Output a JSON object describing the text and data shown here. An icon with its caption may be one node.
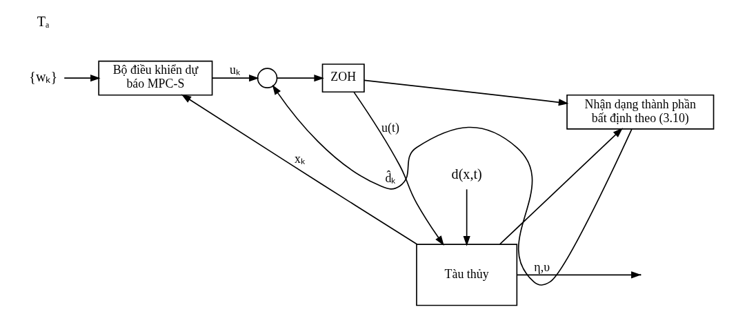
{
  "diagram": {
    "nodes": [
      {
        "text": [
          "{wₖ}"
        ]
      },
      {
        "text": [
          "Bộ điều khiển dự báo MPC-S"
        ]
      },
      {
        "text": [],
        "shape": "circle"
      },
      {
        "text": [
          "ZOH"
        ]
      },
      {
        "text": [
          "d(x,t)"
        ]
      },
      {
        "text": [
          "Tàu thủy"
        ]
      },
      {
        "text": [
          "Nhận dạng thành phần bất định theo (3.10)"
        ]
      }
    ],
    "edges": [
      {
        "from": 0,
        "to": 1,
        "arrow": "to"
      },
      {
        "from": 5,
        "to": 1,
        "arrow": "to",
        "label": "xₖ"
      },
      {
        "from": 1,
        "to": 2,
        "arrow": "to",
        "label": "uₖ"
      },
      {
        "from": 2,
        "to": 3,
        "arrow": "to"
      },
      {
        "from": 3,
        "to": 5,
        "arrow": "to",
        "label": "u(t)"
      },
      {
        "from": 3,
        "to": 6,
        "arrow": "to"
      },
      {
        "from": 4,
        "to": 5,
        "arrow": "to"
      },
      {
        "from": 5,
        "to": null,
        "arrow": "to",
        "label": "η,υ"
      },
      {
        "from": 5,
        "to": 6,
        "arrow": "to"
      },
      {
        "from": 6,
        "to": 2,
        "arrow": "to",
        "label": "d̂ₖ"
      }
    ],
    "labels": [
      "Tₐ"
    ]
  }
}
